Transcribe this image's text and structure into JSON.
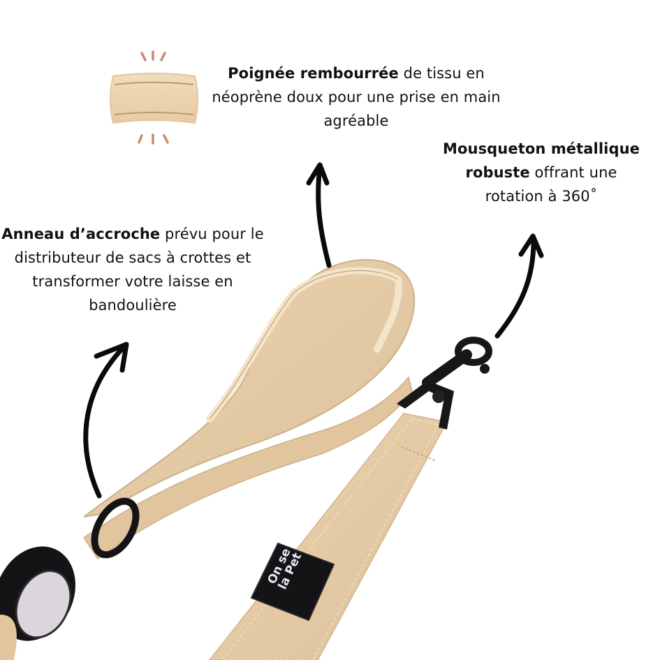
{
  "captions": {
    "handle": {
      "bold": "Poignée rembourrée",
      "rest": " de tissu en néoprène doux pour une prise en main agréable"
    },
    "clip": {
      "bold": "Mousqueton métallique robuste",
      "rest": " offrant une rotation à 360˚"
    },
    "ring": {
      "bold": "Anneau d’accroche",
      "rest": " prévu pour le distributeur de sacs à crottes et transformer votre laisse en bandoulière"
    }
  },
  "brand_label": {
    "line1": "On se",
    "line2": "la Pet"
  },
  "icons": [
    "padded-handle-icon",
    "arrow-up-icon",
    "arrow-up-curved-icon"
  ],
  "colors": {
    "background": "#ffffff",
    "text": "#111111",
    "strap": "#e3c9a3",
    "strap_light": "#f0dcbd",
    "strap_shadow": "#c9a982",
    "hardware": "#161618",
    "icon_accent": "#c98b6e",
    "icon_fill": "#ecd2ad"
  }
}
